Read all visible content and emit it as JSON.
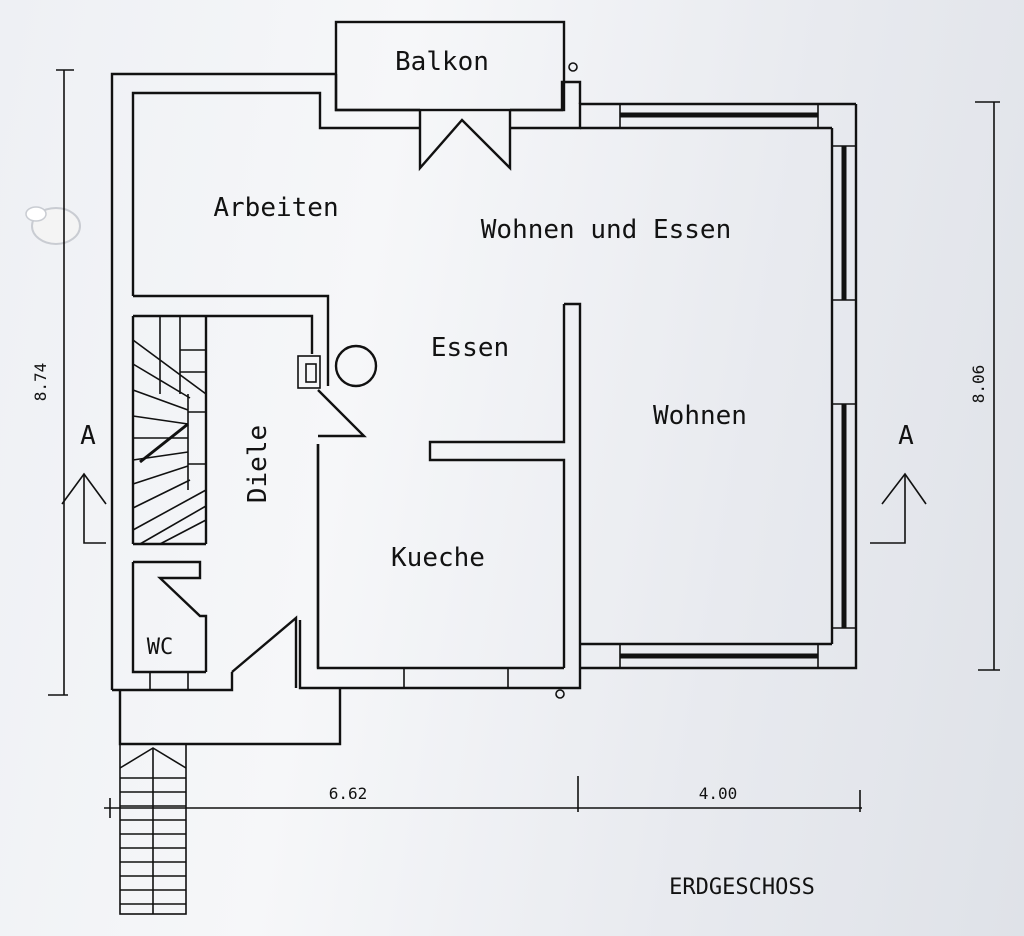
{
  "rooms": {
    "balkon": "Balkon",
    "arbeiten": "Arbeiten",
    "wohnen_essen": "Wohnen und Essen",
    "essen": "Essen",
    "wohnen": "Wohnen",
    "diele": "Diele",
    "kueche": "Kueche",
    "wc": "WC"
  },
  "dimensions": {
    "left_height": "8.74",
    "right_height": "8.06",
    "bottom_left": "6.62",
    "bottom_right": "4.00"
  },
  "section_markers": {
    "left": "A",
    "right": "A"
  },
  "floor_title": "ERDGESCHOSS"
}
